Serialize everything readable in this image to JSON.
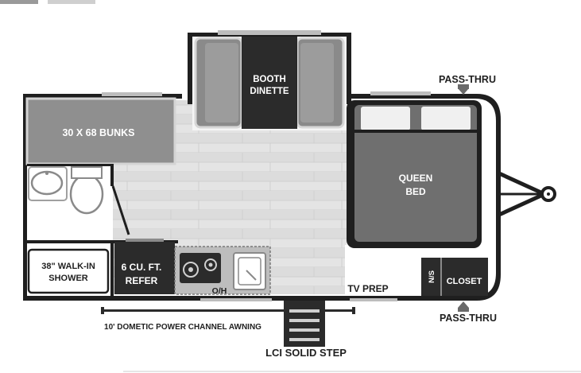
{
  "floorplan": {
    "rooms": {
      "bunks": "30 X 68 BUNKS",
      "booth_line1": "BOOTH",
      "booth_line2": "DINETTE",
      "bed_line1": "QUEEN",
      "bed_line2": "BED",
      "shower_line1": "38\" WALK-IN",
      "shower_line2": "SHOWER",
      "refer_line1": "6 CU. FT.",
      "refer_line2": "REFER",
      "oh": "O/H",
      "tv_prep": "TV PREP",
      "ns": "N/S",
      "closet": "CLOSET"
    },
    "exterior": {
      "pass_thru_top": "PASS-THRU",
      "pass_thru_bottom": "PASS-THRU",
      "awning": "10' DOMETIC POWER CHANNEL AWNING",
      "step": "LCI SOLID STEP"
    }
  }
}
